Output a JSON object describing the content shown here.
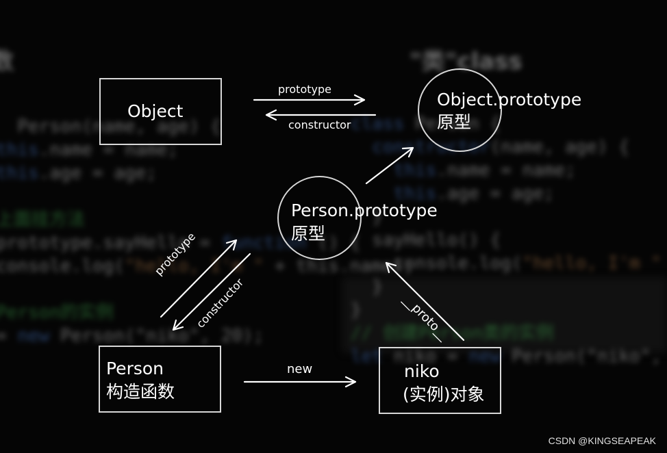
{
  "nodes": {
    "object": {
      "name": "Object"
    },
    "object_prototype": {
      "name": "Object.prototype",
      "sub": "原型"
    },
    "person_prototype": {
      "name": "Person.prototype",
      "sub": "原型"
    },
    "person": {
      "name": "Person",
      "sub": "构造函数"
    },
    "niko": {
      "name": "niko",
      "sub": "(实例)对象"
    }
  },
  "edges": {
    "top_prototype": "prototype",
    "top_constructor": "constructor",
    "left_prototype": "prototype",
    "left_constructor": "constructor",
    "new": "new",
    "proto": "__proto__"
  },
  "watermark": "CSDN @KINGSEAPEAK"
}
